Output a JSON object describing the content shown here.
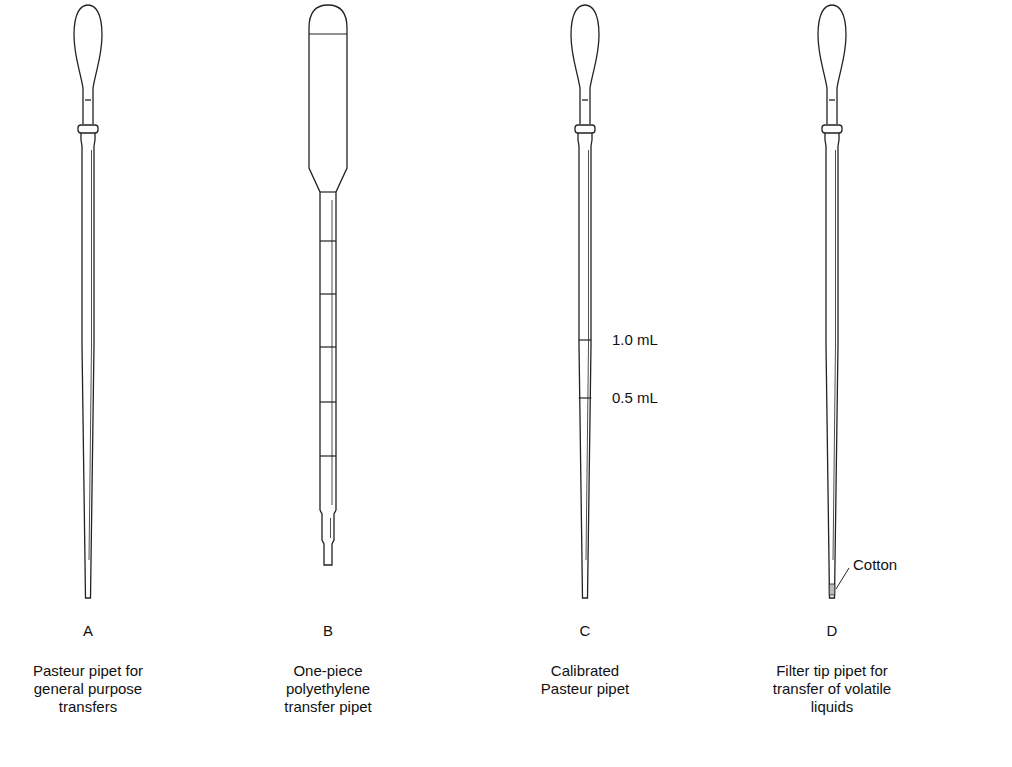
{
  "diagram": {
    "labels": [
      "1.0 mL",
      "0.5 mL",
      "Cotton",
      "A",
      "Pasteur pipet for general purpose transfers",
      "B",
      "One-piece polyethylene transfer pipet",
      "C",
      "Calibrated Pasteur pipet",
      "D",
      "Filter tip pipet for transfer of volatile liquids"
    ]
  }
}
